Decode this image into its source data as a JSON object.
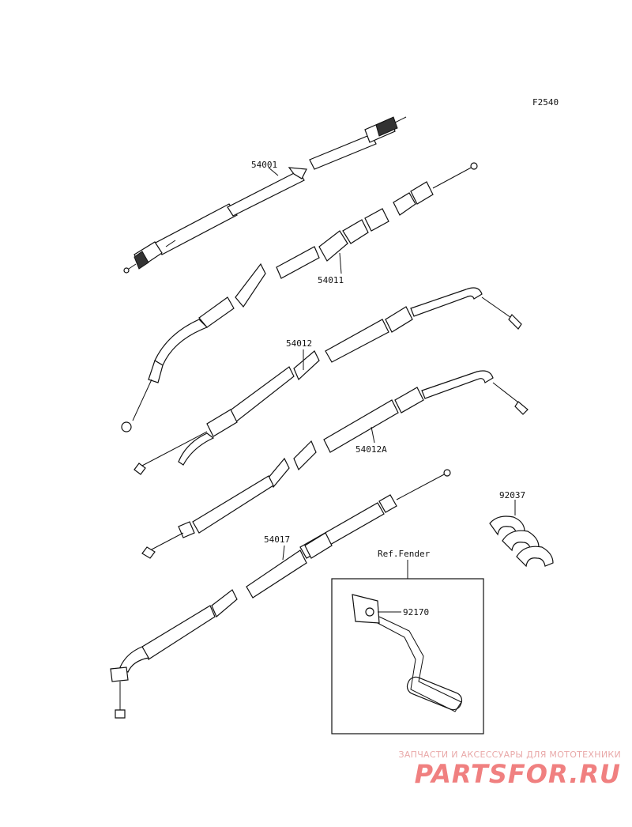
{
  "figure_code": "F2540",
  "parts": [
    {
      "number": "54001"
    },
    {
      "number": "54011"
    },
    {
      "number": "54012"
    },
    {
      "number": "54012A"
    },
    {
      "number": "54017"
    },
    {
      "number": "92037"
    },
    {
      "number": "92170"
    }
  ],
  "reference": {
    "label": "Ref.Fender"
  },
  "watermark": {
    "tagline": "ЗАПЧАСТИ И АКСЕССУАРЫ ДЛЯ МОТОТЕХНИКИ",
    "logo": "PARTSFOR.RU"
  }
}
